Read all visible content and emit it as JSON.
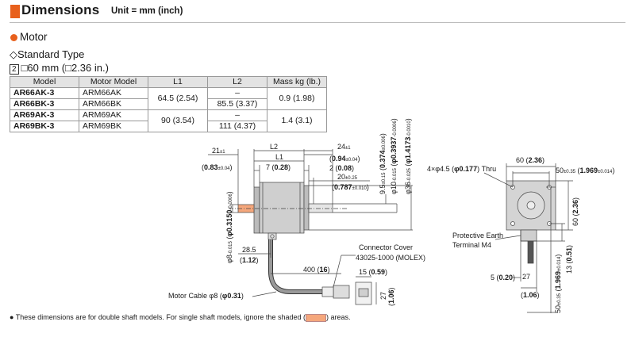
{
  "header": {
    "title": "Dimensions",
    "unit": "Unit = mm (inch)"
  },
  "section": "Motor",
  "type_label": "Standard Type",
  "size": {
    "number": "2",
    "label_a": "60 mm (",
    "label_b": "2.36 in.)"
  },
  "table": {
    "headers": [
      "Model",
      "Motor Model",
      "L1",
      "L2",
      "Mass kg (lb.)"
    ],
    "rows": [
      {
        "model": "AR66AK-3",
        "motor": "ARM66AK"
      },
      {
        "model": "AR66BK-3",
        "motor": "ARM66BK"
      },
      {
        "model": "AR69AK-3",
        "motor": "ARM69AK"
      },
      {
        "model": "AR69BK-3",
        "motor": "ARM69BK"
      }
    ],
    "l1": [
      "64.5 (2.54)",
      "90 (3.54)"
    ],
    "l2": [
      "–",
      "85.5 (3.37)",
      "–",
      "111 (4.37)"
    ],
    "mass": [
      "0.9 (1.98)",
      "1.4 (3.1)"
    ]
  },
  "side_view": {
    "l2": "L2",
    "l1": "L1",
    "d21": "21",
    "d21_tol": "±1",
    "d21_in": "0.83",
    "d21_in_tol": "±0.04",
    "d7": "7",
    "d7_in": "0.28",
    "d24": "24",
    "d24_tol": "±1",
    "d24_in": "0.94",
    "d24_in_tol": "±0.04",
    "d2": "2",
    "d2_in": "0.08",
    "d20": "20",
    "d20_tol": "±0.25",
    "d20_in": "0.787",
    "d20_in_tol": "±0.010",
    "shaft_95": "9.5",
    "shaft_95_tol": "±0.15",
    "shaft_95_in": "0.374",
    "shaft_95_in_tol": "±0.006",
    "shaft_10": "φ10",
    "shaft_10_tol": "-0.015",
    "shaft_10_in": "φ0.3937",
    "shaft_10_in_tol": "-0.0006",
    "pilot_36": "φ36",
    "pilot_36_tol": "-0.025",
    "pilot_36_in": "φ1.4173",
    "pilot_36_in_tol": "-0.0010",
    "rear_8": "φ8",
    "rear_8_tol": "-0.015",
    "rear_8_in": "φ0.3150",
    "rear_8_in_tol": "-0.0006",
    "d285": "28.5",
    "d285_in": "1.12",
    "d400": "400",
    "d400_in": "16",
    "d15": "15",
    "d15_in": "0.59",
    "d27": "27",
    "d27_in": "1.06",
    "connector_cover": "Connector Cover",
    "connector_part": "43025-1000 (MOLEX)",
    "motor_cable": "Motor Cable φ8 (",
    "motor_cable_in": "φ0.31",
    "zero": "0"
  },
  "front_view": {
    "holes": "4×φ4.5 (",
    "holes_in": "φ0.177",
    "holes_suffix": ") Thru",
    "d60": "60",
    "d60_in": "2.36",
    "d50": "50",
    "d50_tol": "±0.35",
    "d50_in": "1.969",
    "d50_in_tol": "±0.014",
    "earth_1": "Protective Earth",
    "earth_2": "Terminal M4",
    "d5": "5",
    "d5_in": "0.20",
    "d27": "27",
    "d27_in": "1.06",
    "d13": "13",
    "d13_in": "0.51"
  },
  "footnote": {
    "text_a": "● These dimensions are for double shaft models. For single shaft models, ignore the shaded (",
    "text_b": ") areas."
  },
  "colors": {
    "accent": "#e8601c",
    "shade": "#f5a77c",
    "motor_body": "#cfcfcf"
  }
}
